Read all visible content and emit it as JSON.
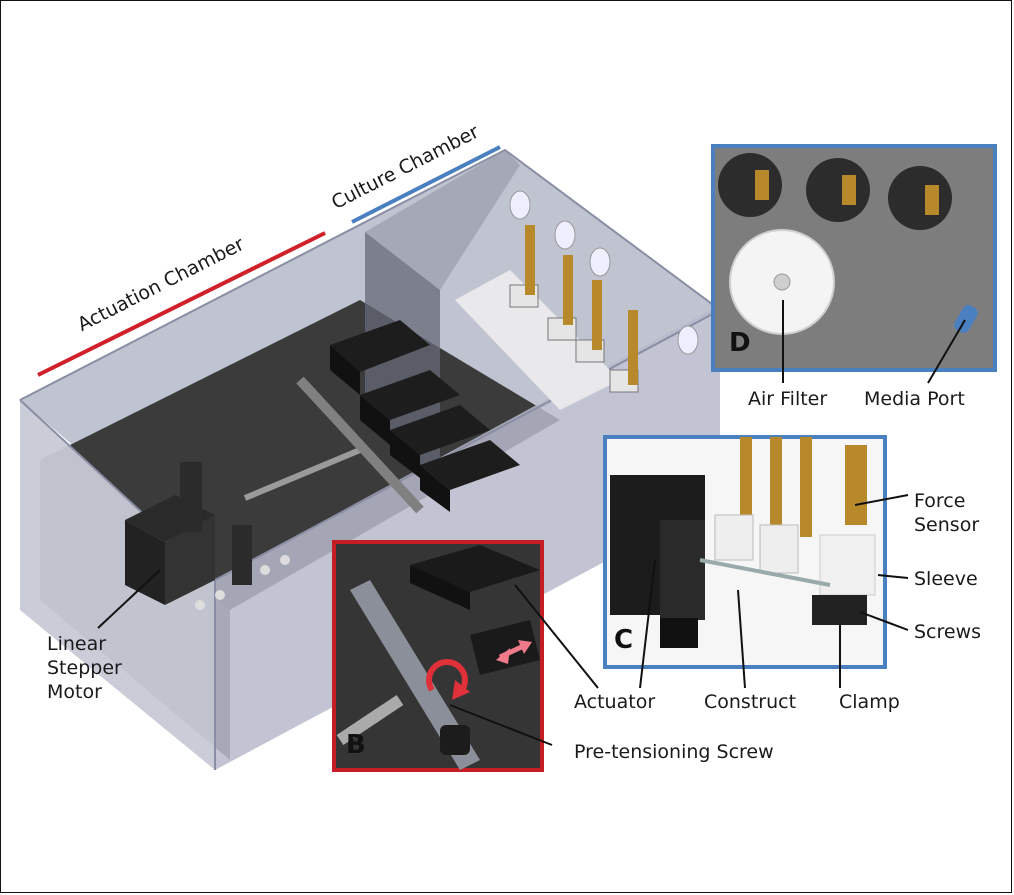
{
  "labels": {
    "actuation_chamber": "Actuation Chamber",
    "culture_chamber": "Culture Chamber",
    "linear_stepper_motor": [
      "Linear",
      "Stepper",
      "Motor"
    ],
    "actuator": "Actuator",
    "construct": "Construct",
    "clamp": "Clamp",
    "pre_tensioning_screw": "Pre-tensioning Screw",
    "air_filter": "Air Filter",
    "media_port": "Media Port",
    "force_sensor": [
      "Force",
      "Sensor"
    ],
    "sleeve": "Sleeve",
    "screws": "Screws"
  },
  "panels": {
    "b": "B",
    "c": "C",
    "d": "D"
  },
  "colors": {
    "actuation_line": "#d0202a",
    "culture_line": "#4a7fc0",
    "panel_b_border": "#c41e24",
    "panel_c_border": "#4a7fc0",
    "panel_d_border": "#4a7fc0",
    "housing": "#c9cbd8",
    "floor": "#3a3a3a",
    "sensor_gold": "#b8892a",
    "arrow_pink": "#f07a8a"
  }
}
